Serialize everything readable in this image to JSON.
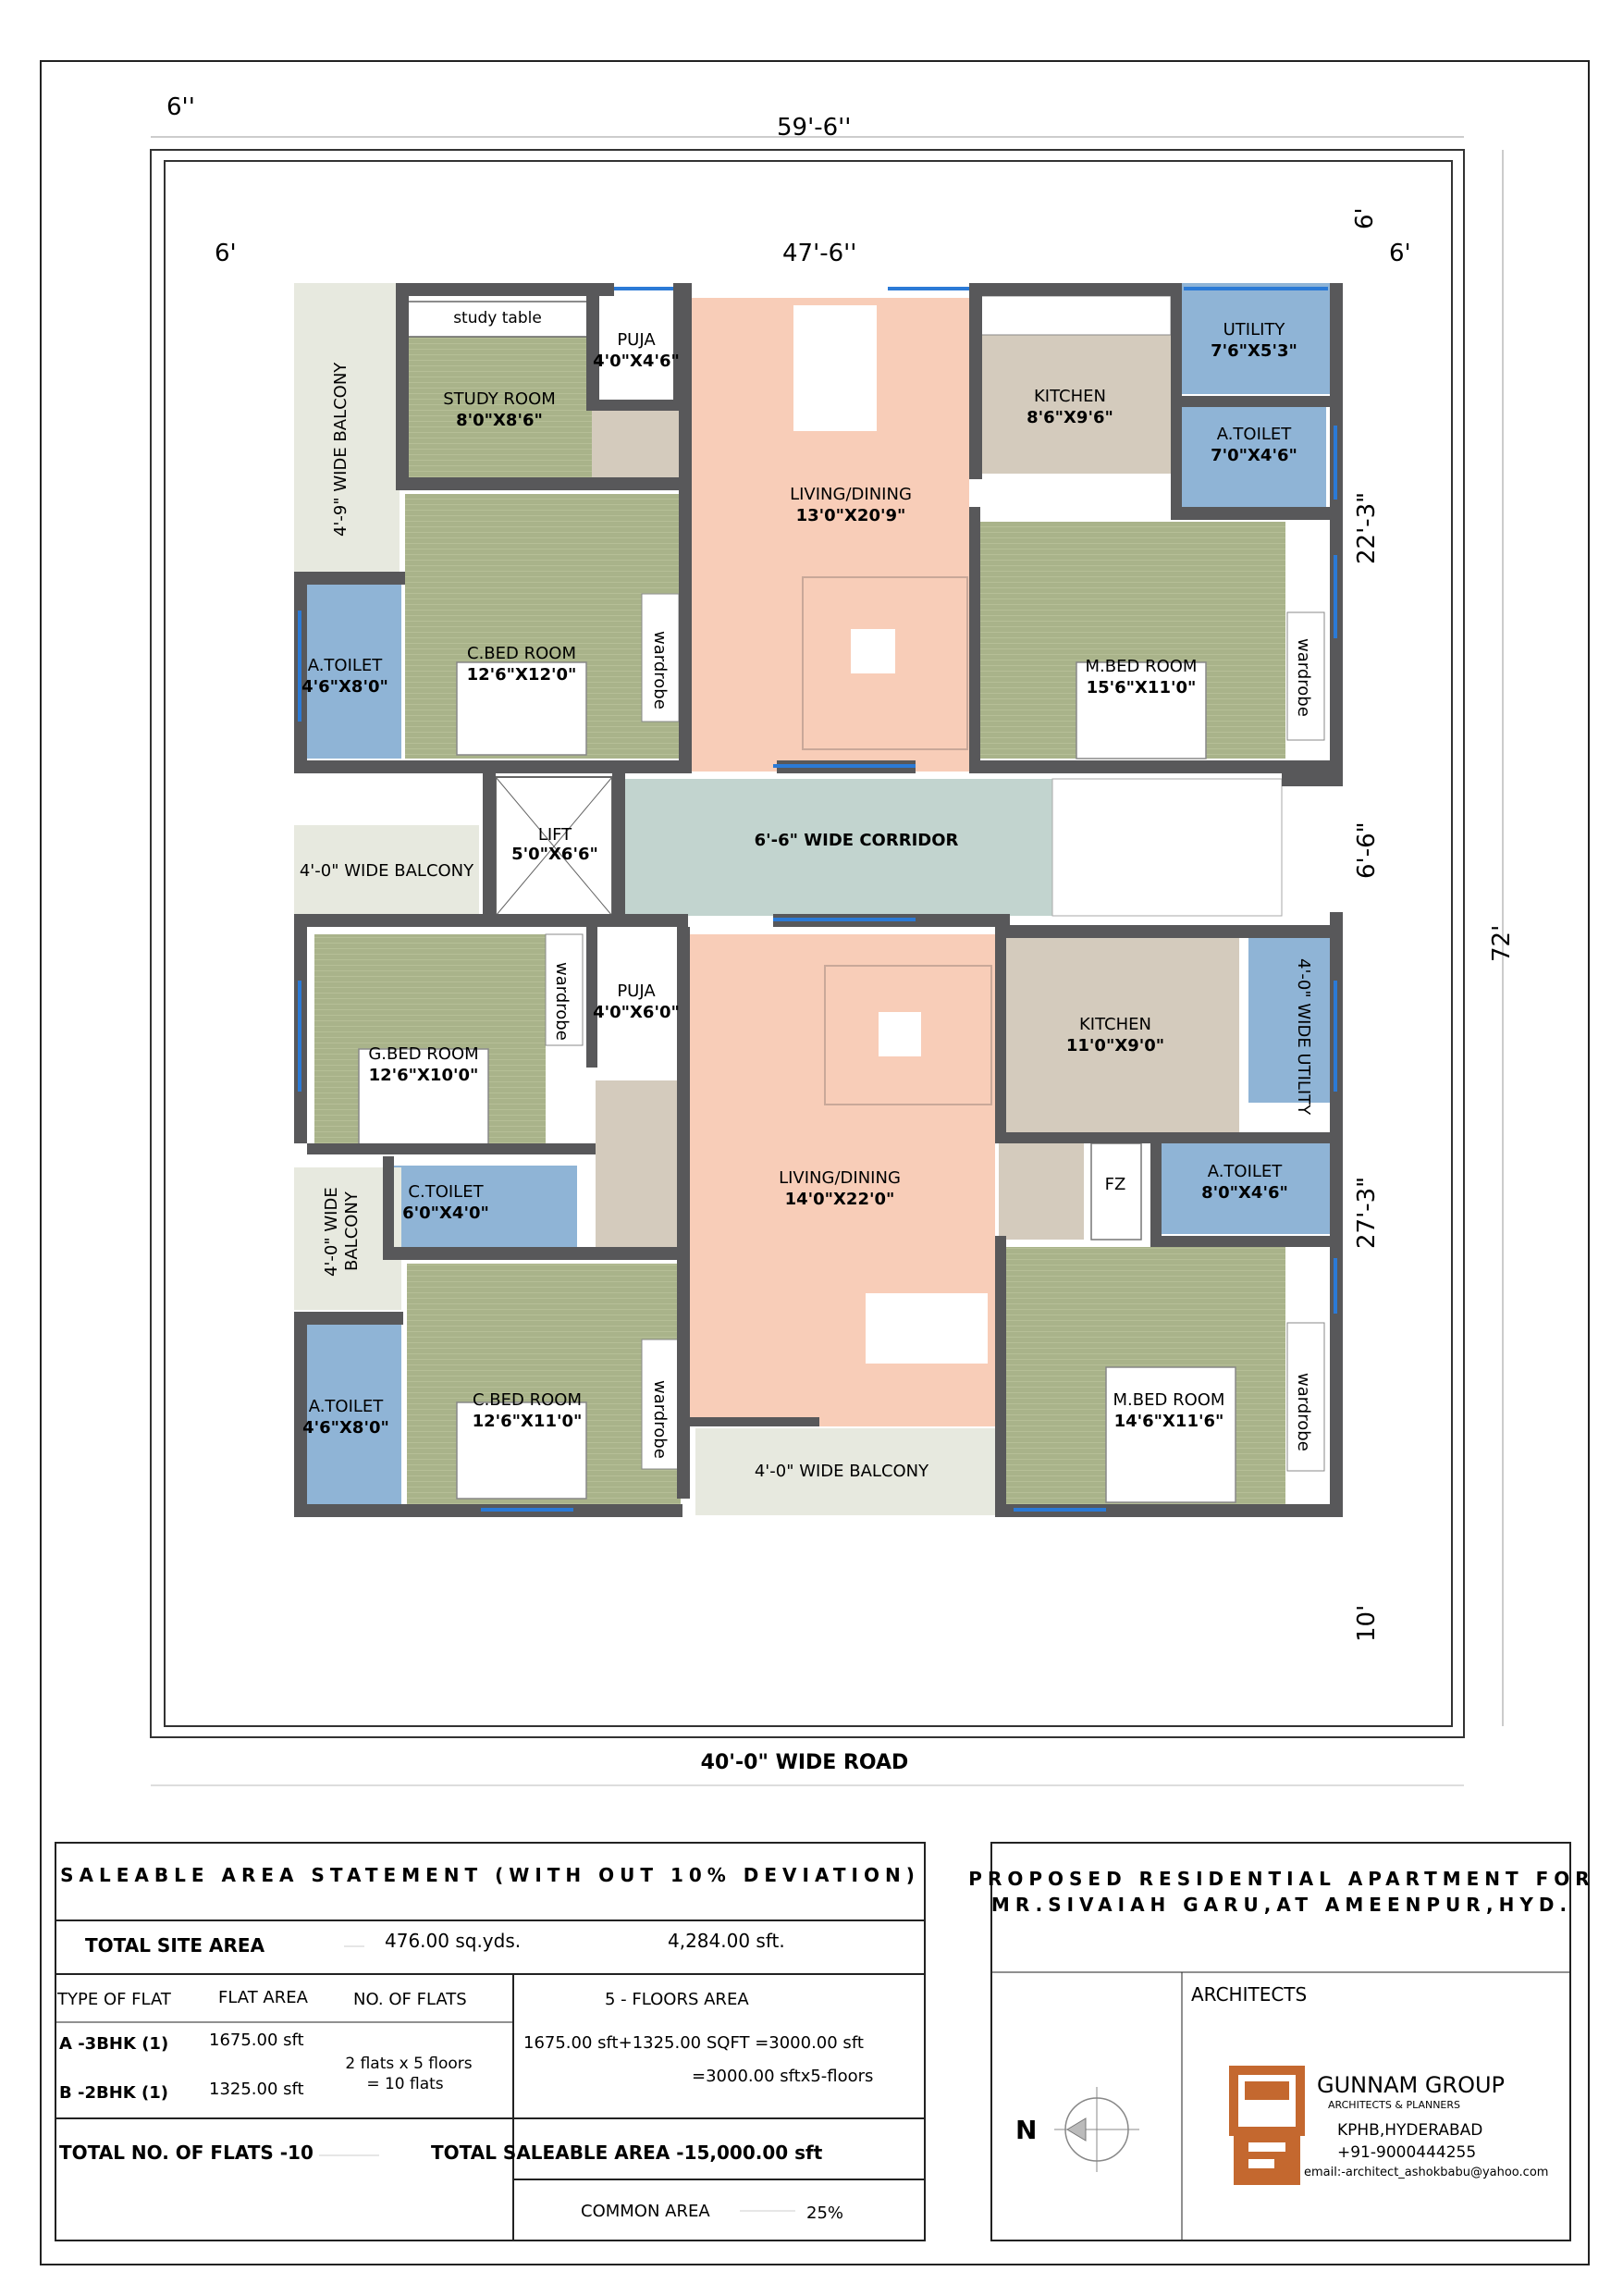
{
  "dims": {
    "d_6in": "6''",
    "d_59": "59'-6''",
    "d_6a": "6'",
    "d_47": "47'-6''",
    "d_6b": "6'",
    "d_6c": "6'",
    "d_22": "22'-3\"",
    "d_66": "6'-6\"",
    "d_72": "72'",
    "d_27": "27'-3\"",
    "d_10": "10'"
  },
  "rooms": {
    "study_table": "study table",
    "study_name": "STUDY ROOM",
    "study_size": "8'0\"X8'6\"",
    "puja1_name": "PUJA",
    "puja1_size": "4'0\"X4'6\"",
    "kitchen1_name": "KITCHEN",
    "kitchen1_size": "8'6\"X9'6\"",
    "utility1_name": "UTILITY",
    "utility1_size": "7'6\"X5'3\"",
    "atoilet1_name": "A.TOILET",
    "atoilet1_size": "7'0\"X4'6\"",
    "balcony1": "4'-9\" WIDE BALCONY",
    "living1_name": "LIVING/DINING",
    "living1_size": "13'0\"X20'9\"",
    "atoilet2_name": "A.TOILET",
    "atoilet2_size": "4'6\"X8'0\"",
    "cbed1_name": "C.BED ROOM",
    "cbed1_size": "12'6\"X12'0\"",
    "wardrobe1": "wardrobe",
    "mbed1_name": "M.BED ROOM",
    "mbed1_size": "15'6\"X11'0\"",
    "wardrobe2": "wardrobe",
    "lift_name": "LIFT",
    "lift_size": "5'0\"X6'6\"",
    "corridor": "6'-6\" WIDE CORRIDOR",
    "balcony2": "4'-0\" WIDE BALCONY",
    "gbed_name": "G.BED ROOM",
    "gbed_size": "12'6\"X10'0\"",
    "wardrobe3": "wardrobe",
    "puja2_name": "PUJA",
    "puja2_size": "4'0\"X6'0\"",
    "kitchen2_name": "KITCHEN",
    "kitchen2_size": "11'0\"X9'0\"",
    "utility2": "4'-0\" WIDE UTILITY",
    "living2_name": "LIVING/DINING",
    "living2_size": "14'0\"X22'0\"",
    "fz": "FZ",
    "atoilet3_name": "A.TOILET",
    "atoilet3_size": "8'0\"X4'6\"",
    "ctoilet_name": "C.TOILET",
    "ctoilet_size": "6'0\"X4'0\"",
    "balcony3_a": "4'-0\" WIDE",
    "balcony3_b": "BALCONY",
    "atoilet4_name": "A.TOILET",
    "atoilet4_size": "4'6\"X8'0\"",
    "cbed2_name": "C.BED ROOM",
    "cbed2_size": "12'6\"X11'0\"",
    "wardrobe4": "wardrobe",
    "mbed2_name": "M.BED ROOM",
    "mbed2_size": "14'6\"X11'6\"",
    "wardrobe5": "wardrobe",
    "balcony4": "4'-0\" WIDE BALCONY"
  },
  "road": "40'-0\" WIDE ROAD",
  "statement": {
    "title": "SALEABLE   AREA   STATEMENT   (WITH OUT 10% DEVIATION)",
    "site_label": "TOTAL SITE AREA",
    "site_sqyds": "476.00  sq.yds.",
    "site_sft": "4,284.00  sft.",
    "col_type": "TYPE OF FLAT",
    "col_area": "FLAT AREA",
    "col_count": "NO. OF FLATS",
    "col_floors": "5 - FLOORS  AREA",
    "row1_type": "A -3BHK (1)",
    "row1_area": "1675.00 sft",
    "row2_type": "B -2BHK (1)",
    "row2_area": "1325.00 sft",
    "count_a": "2 flats x 5 floors",
    "count_b": "= 10 flats",
    "floors_a": "1675.00 sft+1325.00 SQFT  =3000.00 sft",
    "floors_b": "=3000.00 sftx5-floors",
    "total_flats": "TOTAL NO. OF FLATS -10",
    "total_area": "TOTAL  SALEABLE  AREA -15,000.00 sft",
    "common_label": "COMMON AREA",
    "common_value": "25%"
  },
  "project": {
    "line1": "PROPOSED RESIDENTIAL APARTMENT FOR",
    "line2": "MR.SIVAIAH GARU,AT AMEENPUR,HYD.",
    "architects": "ARCHITECTS",
    "north": "N",
    "firm": "GUNNAM GROUP",
    "firm_sub": "ARCHITECTS & PLANNERS",
    "city": "KPHB,HYDERABAD",
    "phone": "+91-9000444255",
    "email": "email:-architect_ashokbabu@yahoo.com"
  },
  "colors": {
    "bedroom": "#a9b38a",
    "living": "#f8cdb8",
    "toilet": "#8fb4d6",
    "kitchen": "#d4cbbd",
    "corridor": "#c2d4cf",
    "balcony": "#e7e9df",
    "wall": "#58585a",
    "logo": "#c4682f"
  }
}
